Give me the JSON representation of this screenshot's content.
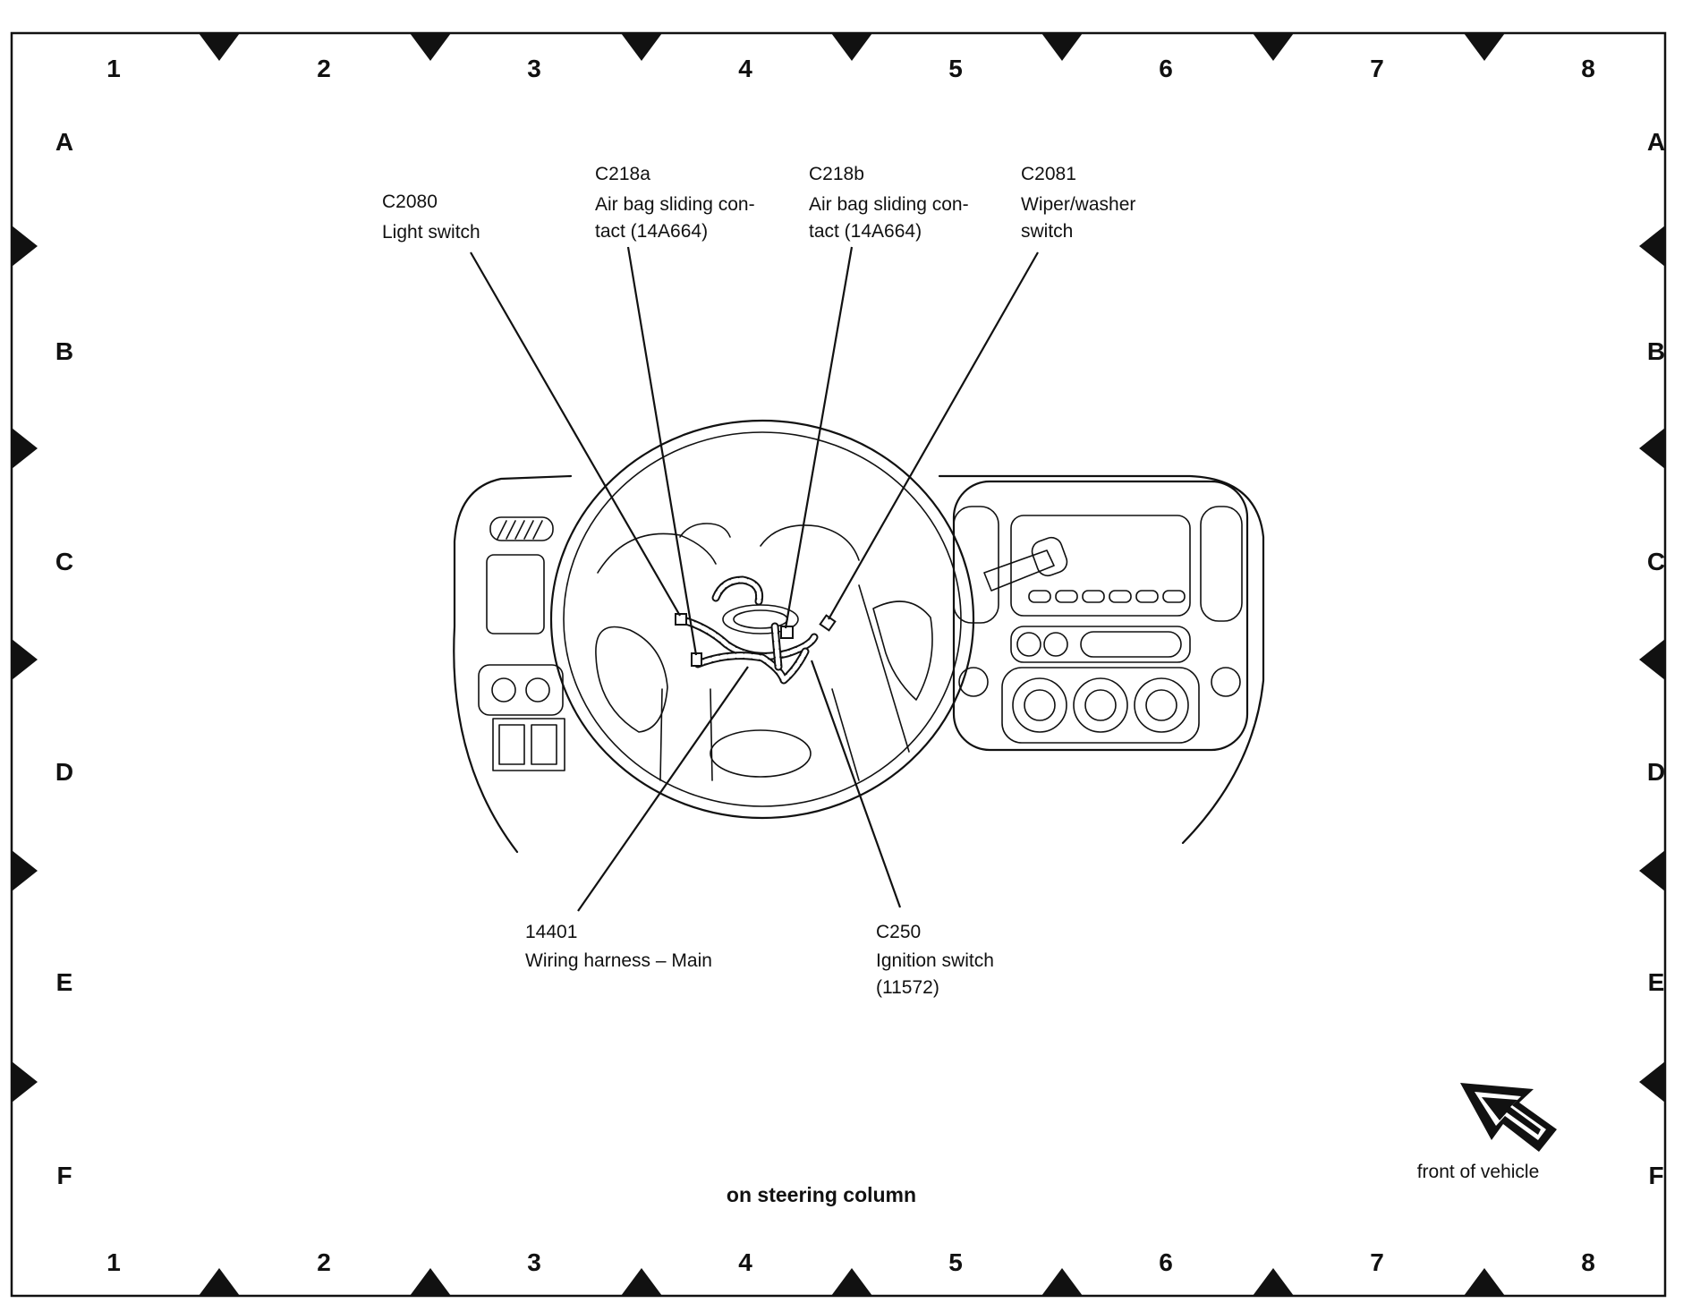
{
  "grid": {
    "columns": [
      "1",
      "2",
      "3",
      "4",
      "5",
      "6",
      "7",
      "8"
    ],
    "rows": [
      "A",
      "B",
      "C",
      "D",
      "E",
      "F"
    ]
  },
  "callouts": {
    "c2080": {
      "code": "C2080",
      "lines": [
        "Light switch"
      ]
    },
    "c218a": {
      "code": "C218a",
      "lines": [
        "Air bag sliding con-",
        "tact (14A664)"
      ]
    },
    "c218b": {
      "code": "C218b",
      "lines": [
        "Air bag sliding con-",
        "tact (14A664)"
      ]
    },
    "c2081": {
      "code": "C2081",
      "lines": [
        "Wiper/washer",
        "switch"
      ]
    },
    "h14401": {
      "code": "14401",
      "lines": [
        "Wiring harness – Main"
      ]
    },
    "c250": {
      "code": "C250",
      "lines": [
        "Ignition switch",
        "(11572)"
      ]
    }
  },
  "caption": "on steering column",
  "orientation_label": "front of vehicle",
  "colors": {
    "ink": "#111111",
    "background": "#ffffff"
  }
}
